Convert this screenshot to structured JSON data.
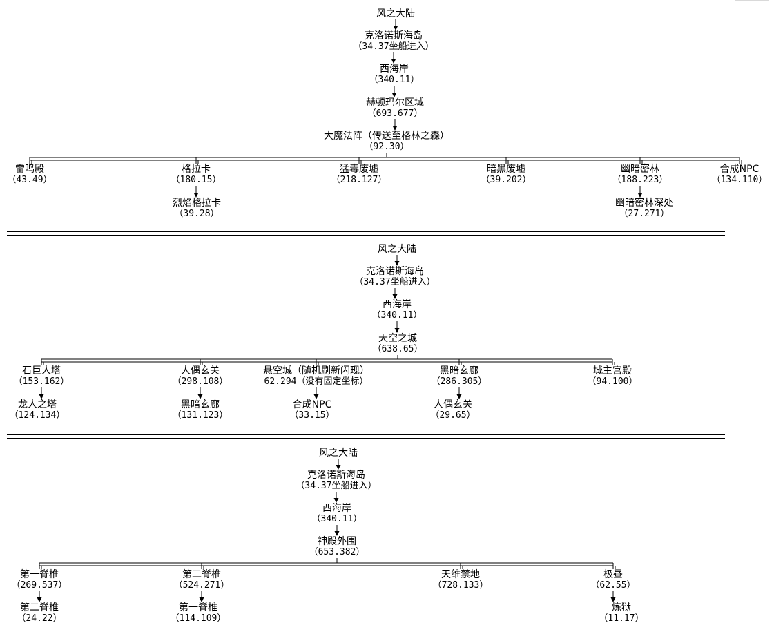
{
  "sections": [
    {
      "nodes": [
        {
          "id": "a1",
          "label": "风之大陆"
        },
        {
          "id": "a2",
          "label": "克洛诺斯海岛",
          "coord": "（34.37坐船进入）"
        },
        {
          "id": "a3",
          "label": "西海岸",
          "coord": "（340.11）"
        },
        {
          "id": "a4",
          "label": "赫顿玛尔区域",
          "coord": "（693.677）"
        },
        {
          "id": "a5",
          "label": "大魔法阵（传送至格林之森）",
          "coord": "（92.30）"
        },
        {
          "id": "a6",
          "label": "雷鸣殿",
          "coord": "（43.49）"
        },
        {
          "id": "a7",
          "label": "格拉卡",
          "coord": "（180.15）"
        },
        {
          "id": "a8",
          "label": "猛毒废墟",
          "coord": "（218.127）"
        },
        {
          "id": "a9",
          "label": "暗黑废墟",
          "coord": "（39.202）"
        },
        {
          "id": "a10",
          "label": "幽暗密林",
          "coord": "（188.223）"
        },
        {
          "id": "a11",
          "label": "合成NPC",
          "coord": "（134.110）"
        },
        {
          "id": "a12",
          "label": "烈焰格拉卡",
          "coord": "（39.28）"
        },
        {
          "id": "a13",
          "label": "幽暗密林深处",
          "coord": "（27.271）"
        }
      ],
      "edges": [
        [
          "a1",
          "a2"
        ],
        [
          "a2",
          "a3"
        ],
        [
          "a3",
          "a4"
        ],
        [
          "a4",
          "a5"
        ],
        [
          "a5",
          "a6"
        ],
        [
          "a5",
          "a7"
        ],
        [
          "a5",
          "a8"
        ],
        [
          "a5",
          "a9"
        ],
        [
          "a5",
          "a10"
        ],
        [
          "a5",
          "a11"
        ],
        [
          "a7",
          "a12"
        ],
        [
          "a10",
          "a13"
        ]
      ]
    },
    {
      "nodes": [
        {
          "id": "b1",
          "label": "风之大陆"
        },
        {
          "id": "b2",
          "label": "克洛诺斯海岛",
          "coord": "（34.37坐船进入）"
        },
        {
          "id": "b3",
          "label": "西海岸",
          "coord": "（340.11）"
        },
        {
          "id": "b4",
          "label": "天空之城",
          "coord": "（638.65）"
        },
        {
          "id": "b5",
          "label": "石巨人塔",
          "coord": "（153.162）"
        },
        {
          "id": "b6",
          "label": "人偶玄关",
          "coord": "（298.108）"
        },
        {
          "id": "b7",
          "label": "悬空城（随机刷新闪现）",
          "coord": "62.294（没有固定坐标）"
        },
        {
          "id": "b8",
          "label": "黑暗玄廊",
          "coord": "（286.305）"
        },
        {
          "id": "b9",
          "label": "城主宫殿",
          "coord": "（94.100）"
        },
        {
          "id": "b10",
          "label": "龙人之塔",
          "coord": "（124.134）"
        },
        {
          "id": "b11",
          "label": "黑暗玄廊",
          "coord": "（131.123）"
        },
        {
          "id": "b12",
          "label": "合成NPC",
          "coord": "（33.15）"
        },
        {
          "id": "b13",
          "label": "人偶玄关",
          "coord": "（29.65）"
        }
      ],
      "edges": [
        [
          "b1",
          "b2"
        ],
        [
          "b2",
          "b3"
        ],
        [
          "b3",
          "b4"
        ],
        [
          "b4",
          "b5"
        ],
        [
          "b4",
          "b6"
        ],
        [
          "b4",
          "b7"
        ],
        [
          "b4",
          "b8"
        ],
        [
          "b4",
          "b9"
        ],
        [
          "b5",
          "b10"
        ],
        [
          "b6",
          "b11"
        ],
        [
          "b7",
          "b12"
        ],
        [
          "b8",
          "b13"
        ]
      ]
    },
    {
      "nodes": [
        {
          "id": "c1",
          "label": "风之大陆"
        },
        {
          "id": "c2",
          "label": "克洛诺斯海岛",
          "coord": "（34.37坐船进入）"
        },
        {
          "id": "c3",
          "label": "西海岸",
          "coord": "（340.11）"
        },
        {
          "id": "c4",
          "label": "神殿外围",
          "coord": "（653.382）"
        },
        {
          "id": "c5",
          "label": "第一脊椎",
          "coord": "（269.537）"
        },
        {
          "id": "c6",
          "label": "第二脊椎",
          "coord": "（524.271）"
        },
        {
          "id": "c7",
          "label": "天维禁地",
          "coord": "（728.133）"
        },
        {
          "id": "c8",
          "label": "极昼",
          "coord": "（62.55）"
        },
        {
          "id": "c9",
          "label": "第二脊椎",
          "coord": "（24.22）"
        },
        {
          "id": "c10",
          "label": "第一脊椎",
          "coord": "（114.109）"
        },
        {
          "id": "c11",
          "label": "炼狱",
          "coord": "（11.17）"
        }
      ],
      "edges": [
        [
          "c1",
          "c2"
        ],
        [
          "c2",
          "c3"
        ],
        [
          "c3",
          "c4"
        ],
        [
          "c4",
          "c5"
        ],
        [
          "c4",
          "c6"
        ],
        [
          "c4",
          "c7"
        ],
        [
          "c4",
          "c8"
        ],
        [
          "c5",
          "c9"
        ],
        [
          "c6",
          "c10"
        ],
        [
          "c8",
          "c11"
        ]
      ]
    }
  ]
}
